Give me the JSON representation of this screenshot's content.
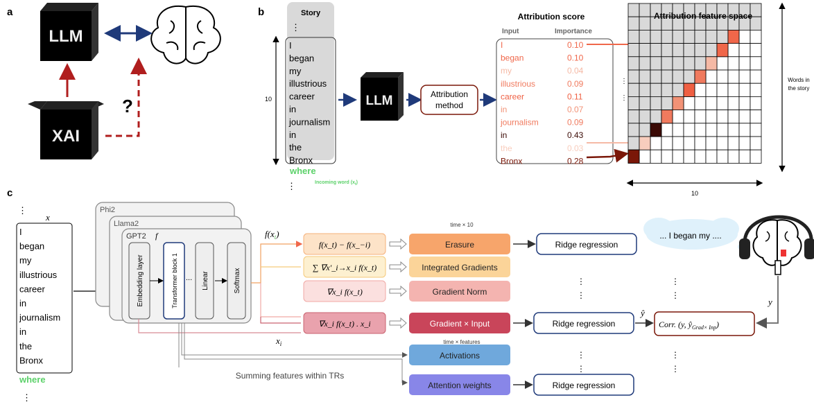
{
  "panel_a": {
    "label": "a",
    "llm_box": "LLM",
    "xai_box": "XAI",
    "question": "?"
  },
  "panel_b": {
    "label": "b",
    "story_title": "Story",
    "story_words": [
      "I",
      "began",
      "my",
      "illustrious",
      "career",
      "in",
      "journalism",
      "in",
      "the",
      "Bronx"
    ],
    "incoming_word": "where",
    "incoming_caption": "Incoming word (x",
    "incoming_caption_sub": "t",
    "incoming_caption_end": ")",
    "window_size": "10",
    "llm_box": "LLM",
    "method_line1": "Attribution",
    "method_line2": "method",
    "scores_title": "Attribution score",
    "col_input": "Input",
    "col_importance": "Importance",
    "scores": [
      {
        "word": "I",
        "value": "0.10",
        "color": "#f0674a"
      },
      {
        "word": "began",
        "value": "0.10",
        "color": "#f0674a"
      },
      {
        "word": "my",
        "value": "0.04",
        "color": "#f5b9a5"
      },
      {
        "word": "illustrious",
        "value": "0.09",
        "color": "#f07a5e"
      },
      {
        "word": "career",
        "value": "0.11",
        "color": "#ef5f42"
      },
      {
        "word": "in",
        "value": "0.07",
        "color": "#f29276"
      },
      {
        "word": "journalism",
        "value": "0.09",
        "color": "#f07a5e"
      },
      {
        "word": "in",
        "value": "0.43",
        "color": "#3b0a05"
      },
      {
        "word": "the",
        "value": "0.03",
        "color": "#f8cdbd"
      },
      {
        "word": "Bronx",
        "value": "0.28",
        "color": "#7a1708"
      }
    ],
    "feature_space_title": "Attribution feature space",
    "words_axis_line1": "Words in",
    "words_axis_line2": "the story",
    "grid_axis_label": "10",
    "diagonal_colors": [
      "#7a1708",
      "#f8cdbd",
      "#3b0a05",
      "#f07a5e",
      "#f29276",
      "#ef5f42",
      "#f07a5e",
      "#f5b9a5",
      "#f0674a",
      "#f0674a"
    ]
  },
  "panel_c": {
    "label": "c",
    "x_label": "x",
    "story_words": [
      "I",
      "began",
      "my",
      "illustrious",
      "career",
      "in",
      "journalism",
      "in",
      "the",
      "Bronx"
    ],
    "incoming_word": "where",
    "models": [
      "Phi2",
      "Llama2",
      "GPT2"
    ],
    "f_label": "f",
    "layers": [
      "Embedding layer",
      "Transformer block 1",
      "Linear",
      "Softmax"
    ],
    "ellipsis": "...",
    "f_output": "f(x",
    "f_output_sub": "t",
    "f_output_end": ")",
    "x_i": "x",
    "x_i_sub": "i",
    "formulas": [
      {
        "text": "f(x_t) − f(x_−i)",
        "bg": "#fde3c8",
        "border": "#f5b07a"
      },
      {
        "text": "∑ ∇x′_i→x_i f(x_t)",
        "bg": "#fdf0d0",
        "border": "#f5c97a"
      },
      {
        "text": "∇x_i f(x_t)",
        "bg": "#fbe0df",
        "border": "#f0a9a5"
      },
      {
        "text": "∇x_i f(x_t) . x_i",
        "bg": "#e9a2ad",
        "border": "#c9626f"
      }
    ],
    "methods": [
      {
        "label": "Erasure",
        "bg": "#f7a56b"
      },
      {
        "label": "Integrated Gradients",
        "bg": "#fbd499"
      },
      {
        "label": "Gradient Norm",
        "bg": "#f4b4b0"
      },
      {
        "label": "Gradient × Input",
        "bg": "#c9455a"
      },
      {
        "label": "Activations",
        "bg": "#6fa8dc"
      },
      {
        "label": "Attention weights",
        "bg": "#8886e8"
      }
    ],
    "time_x10": "time × 10",
    "time_features": "time × features",
    "ridge": "Ridge regression",
    "summing": "Summing features within TRs",
    "speech_bubble": "... I began my ....",
    "y_hat": "ŷ",
    "y": "y",
    "corr_text": "Corr. (y, ŷ",
    "corr_sub": "Grad× Inp",
    "corr_end": ")",
    "dots": "⋮"
  },
  "colors": {
    "navy_arrow": "#1f3a7a",
    "dark_red_arrow": "#b01e1e",
    "green_word": "#5cd16a",
    "grid_grey": "#d9d9d9"
  }
}
